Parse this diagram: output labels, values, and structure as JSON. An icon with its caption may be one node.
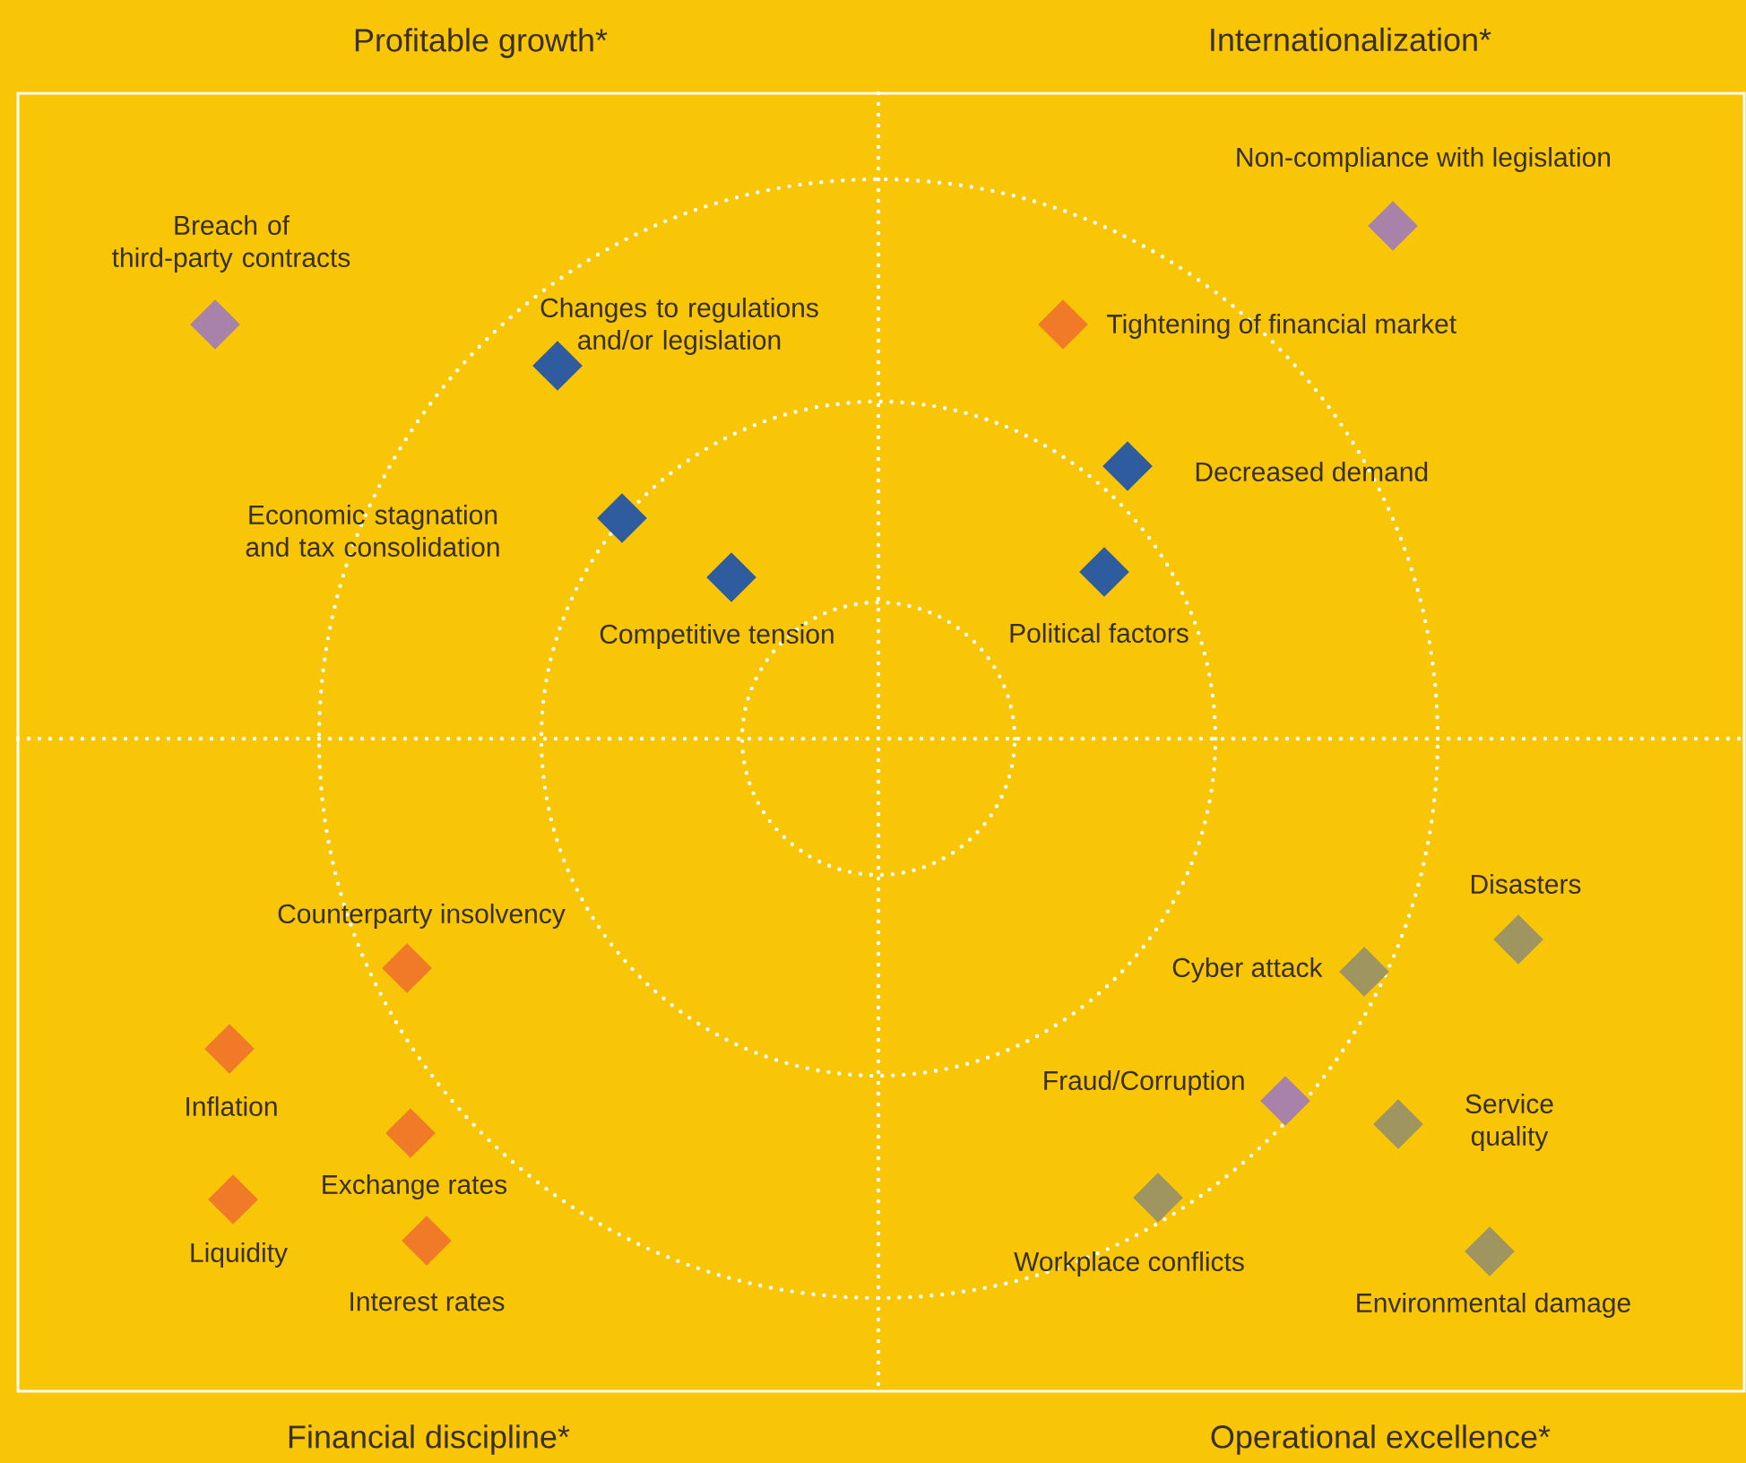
{
  "diagram": {
    "nodes": [
      {
        "text": [],
        "shape": "diamond",
        "beside": [
          "Breach of third-party contracts"
        ]
      },
      {
        "text": [],
        "shape": "diamond",
        "beside": [
          "Changes to regulations and/or legislation"
        ]
      },
      {
        "text": [],
        "shape": "diamond",
        "beside": [
          "Economic stagnation and tax consolidation"
        ]
      },
      {
        "text": [],
        "shape": "diamond",
        "beside": [
          "Competitive tension"
        ]
      },
      {
        "text": [],
        "shape": "diamond",
        "beside": [
          "Non-compliance with legislation"
        ]
      },
      {
        "text": [],
        "shape": "diamond",
        "beside": [
          "Tightening of financial market"
        ]
      },
      {
        "text": [],
        "shape": "diamond",
        "beside": [
          "Decreased demand"
        ]
      },
      {
        "text": [],
        "shape": "diamond",
        "beside": [
          "Political factors"
        ]
      },
      {
        "text": [],
        "shape": "diamond",
        "beside": [
          "Counterparty insolvency"
        ]
      },
      {
        "text": [],
        "shape": "diamond",
        "beside": [
          "Inflation"
        ]
      },
      {
        "text": [],
        "shape": "diamond",
        "beside": [
          "Exchange rates"
        ]
      },
      {
        "text": [],
        "shape": "diamond",
        "beside": [
          "Liquidity"
        ]
      },
      {
        "text": [],
        "shape": "diamond",
        "beside": [
          "Interest rates"
        ]
      },
      {
        "text": [],
        "shape": "diamond",
        "beside": [
          "Disasters"
        ]
      },
      {
        "text": [],
        "shape": "diamond",
        "beside": [
          "Cyber attack"
        ]
      },
      {
        "text": [],
        "shape": "diamond",
        "beside": [
          "Fraud/Corruption"
        ]
      },
      {
        "text": [],
        "shape": "diamond",
        "beside": [
          "Service quality"
        ]
      },
      {
        "text": [],
        "shape": "diamond",
        "beside": [
          "Workplace conflicts"
        ]
      },
      {
        "text": [],
        "shape": "diamond",
        "beside": [
          "Environmental damage"
        ]
      }
    ],
    "labels": [
      "Profitable growth*",
      "Internationalization*",
      "Financial discipline*",
      "Operational excellence*"
    ]
  }
}
